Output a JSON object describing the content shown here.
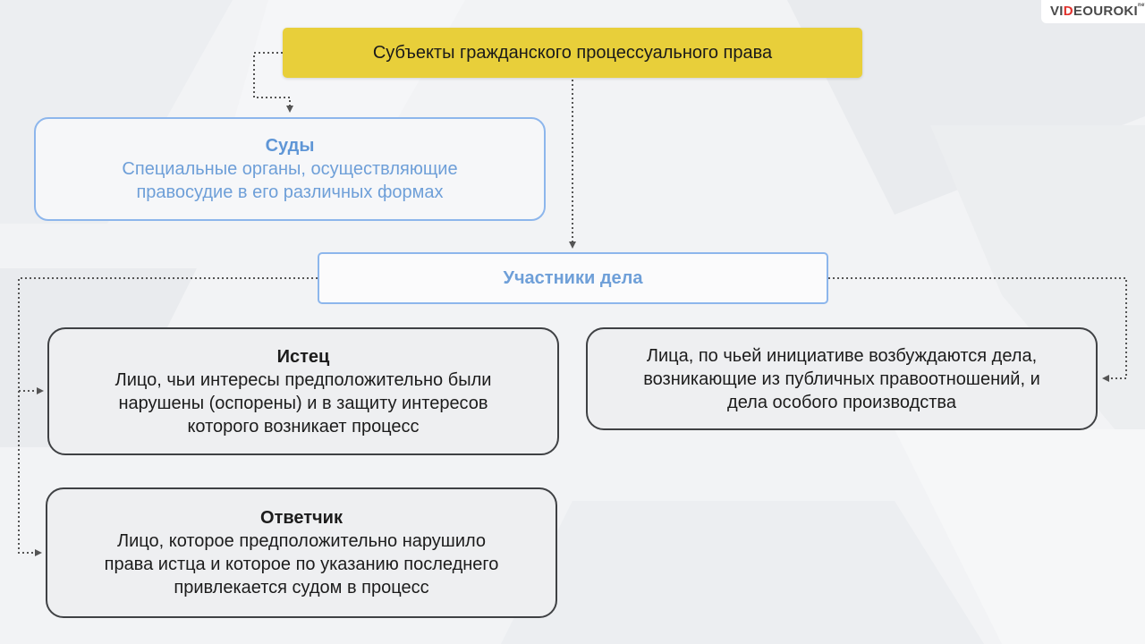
{
  "logo": {
    "prefix": "VI",
    "accent": "D",
    "rest": "EOUROKI",
    "suffix": "net",
    "accent_color": "#e0312c"
  },
  "diagram": {
    "title": "Субъекты гражданского процессуального права",
    "courts": {
      "heading": "Суды",
      "line1": "Специальные органы, осуществляющие",
      "line2": "правосудие в его различных формах"
    },
    "participants": {
      "heading": "Участники дела"
    },
    "plaintiff": {
      "heading": "Истец",
      "line1": "Лицо, чьи интересы предположительно были",
      "line2": "нарушены (оспорены) и в защиту интересов",
      "line3": "которого возникает процесс"
    },
    "defendant": {
      "heading": "Ответчик",
      "line1": "Лицо, которое предположительно нарушило",
      "line2": "права истца и которое по указанию последнего",
      "line3": "привлекается судом в процесс"
    },
    "initiative": {
      "line1": "Лица, по чьей инициативе возбуждаются дела,",
      "line2": "возникающие из публичных правоотношений, и",
      "line3": "дела особого производства"
    }
  },
  "colors": {
    "title_fill": "#e8cf3a",
    "blue_border": "#8db6ec",
    "blue_text": "#6e9fd8",
    "dark_border": "#3f4144",
    "connector": "#555555"
  }
}
